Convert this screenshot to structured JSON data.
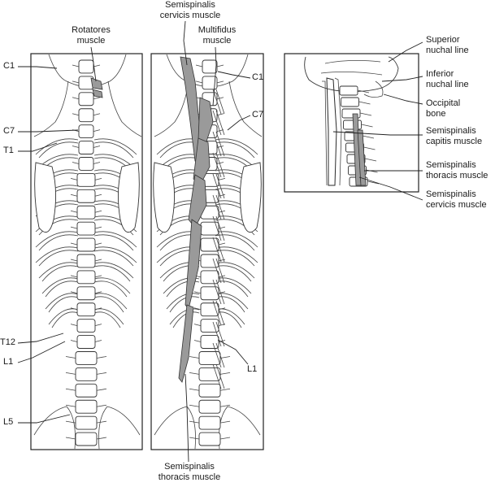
{
  "labels": {
    "rotatores": "Rotatores\nmuscle",
    "semispinalis_cervicis_top": "Semispinalis\ncervicis muscle",
    "multifidus": "Multifidus\nmuscle",
    "c1_left": "C1",
    "c7_left": "C7",
    "t1_left": "T1",
    "t12_left": "T12",
    "l1_left": "L1",
    "l5_left": "L5",
    "c1_mid": "C1",
    "c7_mid": "C7",
    "l1_mid": "L1",
    "semispinalis_thoracis_bottom": "Semispinalis\nthoracis muscle",
    "superior_nuchal_line": "Superior\nnuchal line",
    "inferior_nuchal_line": "Inferior\nnuchal line",
    "occipital_bone": "Occipital\nbone",
    "semispinalis_capitis": "Semispinalis\ncapitis muscle",
    "semispinalis_thoracis_right": "Semispinalis\nthoracis muscle",
    "semispinalis_cervicis_right": "Semispinalis\ncervicis muscle"
  }
}
